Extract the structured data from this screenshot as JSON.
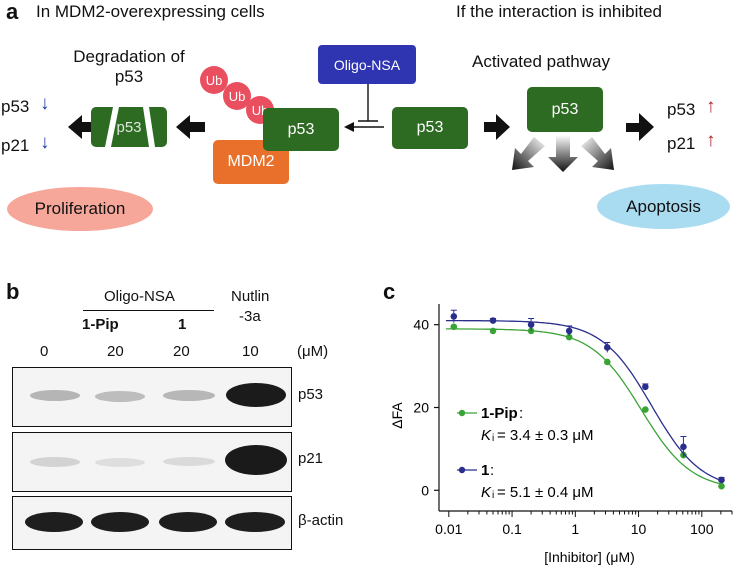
{
  "panel_a": {
    "letter": "a",
    "left_header": "In MDM2-overexpressing cells",
    "right_header": "If the interaction is inhibited",
    "degradation_title_1": "Degradation of",
    "degradation_title_2": "p53",
    "activated_title": "Activated pathway",
    "oligo_nsa": "Oligo-NSA",
    "ub": [
      "Ub",
      "Ub",
      "Ub"
    ],
    "p53": "p53",
    "mdm2": "MDM2",
    "left_readout": {
      "p53": "p53",
      "p21": "p21",
      "arrow": "↓"
    },
    "right_readout": {
      "p53": "p53",
      "p21": "p21",
      "arrow": "↑"
    },
    "proliferation": "Proliferation",
    "apoptosis": "Apoptosis",
    "colors": {
      "p53_box": "#2d6a22",
      "mdm2_box": "#e8702a",
      "ub": "#e94f5f",
      "oligo_box": "#2f35b0",
      "proliferation": "#f6a79a",
      "apoptosis": "#a9dcf1",
      "down_arrow": "#1f3d9e",
      "up_arrow": "#b0202a"
    }
  },
  "panel_b": {
    "letter": "b",
    "oligo_header": "Oligo-NSA",
    "nutlin_1": "Nutlin",
    "nutlin_2": "-3a",
    "compounds": [
      "1-Pip",
      "1"
    ],
    "concentrations": [
      "0",
      "20",
      "20",
      "10"
    ],
    "unit": "(μM)",
    "rows": [
      "p53",
      "p21",
      "β-actin"
    ]
  },
  "panel_c": {
    "letter": "c"
  },
  "chart_data": {
    "type": "scatter",
    "xscale": "log",
    "xlabel": "[Inhibitor] (μM)",
    "ylabel": "ΔFA",
    "xlim": [
      0.007,
      300
    ],
    "ylim": [
      -5,
      45
    ],
    "xticks": [
      0.01,
      0.1,
      1,
      10,
      100
    ],
    "xtick_labels": [
      "0.01",
      "0.1",
      "1",
      "10",
      "100"
    ],
    "yticks": [
      0,
      20,
      40
    ],
    "ytick_labels": [
      "0",
      "20",
      "40"
    ],
    "series": [
      {
        "name": "1-Pip",
        "color": "#3aa336",
        "x": [
          0.012,
          0.05,
          0.2,
          0.8,
          3.2,
          12.8,
          51.2,
          204.8
        ],
        "y": [
          39.5,
          38.5,
          38.5,
          37.0,
          31.0,
          19.5,
          8.5,
          1.0
        ],
        "fit": {
          "top": 39,
          "bottom": 0,
          "ic50": 11,
          "hill": 1.1
        },
        "annotation_name": "1-Pip",
        "annotation_colon": ":",
        "annotation_K": "K",
        "annotation_sub": "i",
        "annotation_value": " = 3.4 ± 0.3 μM"
      },
      {
        "name": "1",
        "color": "#2b2f8c",
        "x": [
          0.012,
          0.05,
          0.2,
          0.8,
          3.2,
          12.8,
          51.2,
          204.8
        ],
        "y": [
          42.0,
          41.0,
          40.0,
          38.5,
          34.5,
          25.0,
          10.5,
          2.5
        ],
        "errors": [
          1.5,
          0.5,
          1.5,
          1.2,
          1.2,
          0.7,
          2.5,
          0.6
        ],
        "fit": {
          "top": 41,
          "bottom": 0,
          "ic50": 16,
          "hill": 1.1
        },
        "annotation_name": "1",
        "annotation_colon": ":",
        "annotation_K": "K",
        "annotation_sub": "i",
        "annotation_value": " = 5.1 ± 0.4 μM"
      }
    ]
  }
}
